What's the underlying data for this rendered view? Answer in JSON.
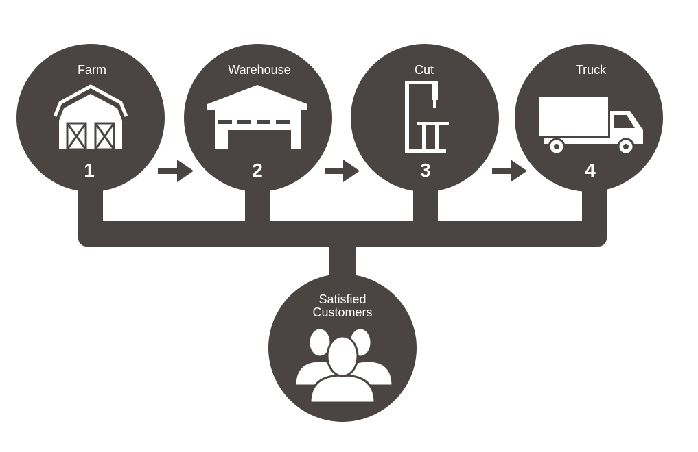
{
  "colors": {
    "shape": "#4a4542",
    "icon": "#ffffff",
    "background": "#ffffff"
  },
  "stages": [
    {
      "label": "Farm",
      "number": "1",
      "icon": "barn-icon"
    },
    {
      "label": "Warehouse",
      "number": "2",
      "icon": "warehouse-icon"
    },
    {
      "label": "Cut",
      "number": "3",
      "icon": "band-saw-icon"
    },
    {
      "label": "Truck",
      "number": "4",
      "icon": "truck-icon"
    }
  ],
  "customers": {
    "label_line1": "Satisfied",
    "label_line2": "Customers",
    "icon": "people-group-icon"
  }
}
